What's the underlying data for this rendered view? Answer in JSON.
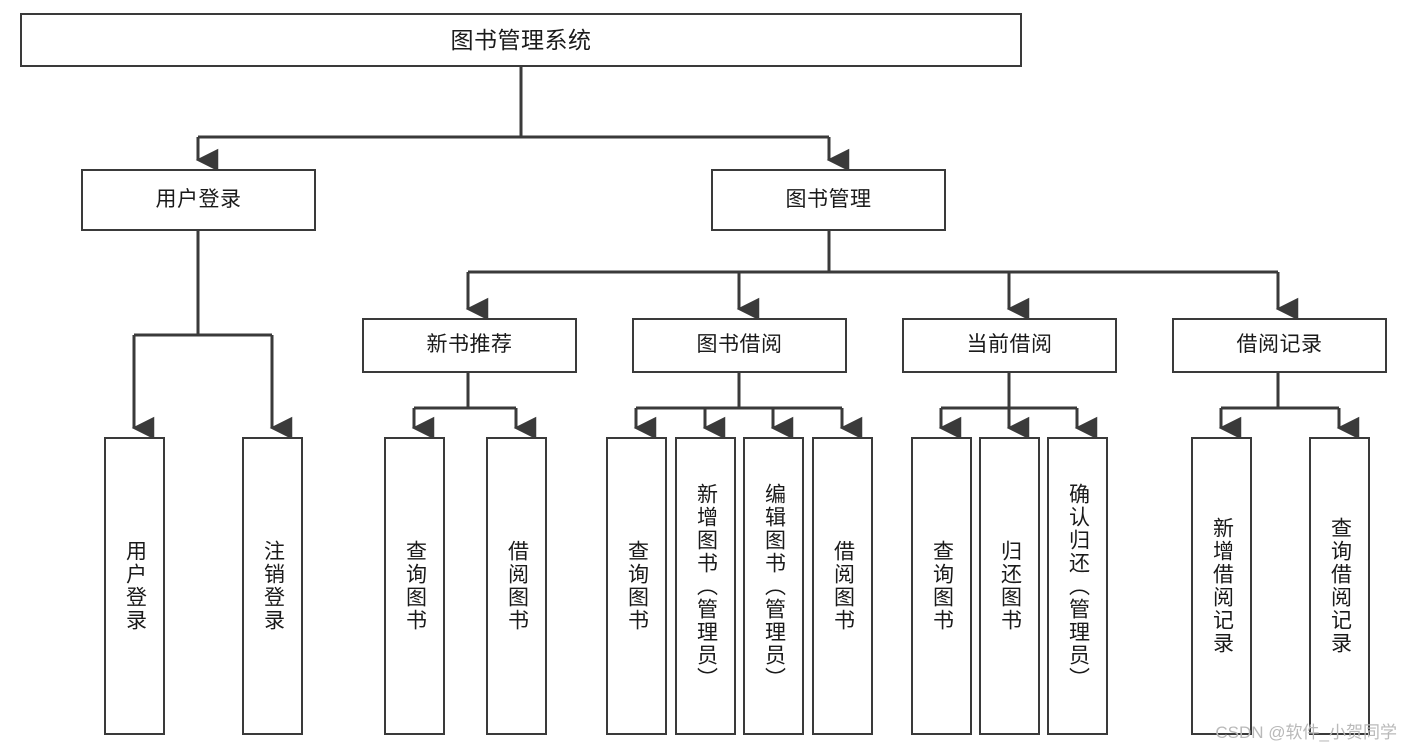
{
  "diagram": {
    "type": "tree",
    "title": "图书管理系统",
    "watermark": "CSDN @软件_小贺同学",
    "nodes": {
      "root": {
        "label": "图书管理系统"
      },
      "level2": [
        {
          "id": "user-login",
          "label": "用户登录"
        },
        {
          "id": "book-management",
          "label": "图书管理"
        }
      ],
      "level3": [
        {
          "id": "new-book-recommend",
          "label": "新书推荐"
        },
        {
          "id": "book-borrow",
          "label": "图书借阅"
        },
        {
          "id": "current-borrow",
          "label": "当前借阅"
        },
        {
          "id": "borrow-record",
          "label": "借阅记录"
        }
      ],
      "leaves": [
        {
          "id": "leaf-user-login",
          "label": "用户登录",
          "parent": "user-login"
        },
        {
          "id": "leaf-logout-login",
          "label": "注销登录",
          "parent": "user-login"
        },
        {
          "id": "leaf-query-book-1",
          "label": "查询图书",
          "parent": "new-book-recommend"
        },
        {
          "id": "leaf-borrow-book-1",
          "label": "借阅图书",
          "parent": "new-book-recommend"
        },
        {
          "id": "leaf-query-book-2",
          "label": "查询图书",
          "parent": "book-borrow"
        },
        {
          "id": "leaf-add-book",
          "label": "新增图书（管理员）",
          "parent": "book-borrow"
        },
        {
          "id": "leaf-edit-book",
          "label": "编辑图书（管理员）",
          "parent": "book-borrow"
        },
        {
          "id": "leaf-borrow-book-2",
          "label": "借阅图书",
          "parent": "book-borrow"
        },
        {
          "id": "leaf-query-book-3",
          "label": "查询图书",
          "parent": "current-borrow"
        },
        {
          "id": "leaf-return-book",
          "label": "归还图书",
          "parent": "current-borrow"
        },
        {
          "id": "leaf-confirm-return",
          "label": "确认归还（管理员）",
          "parent": "current-borrow"
        },
        {
          "id": "leaf-add-record",
          "label": "新增借阅记录",
          "parent": "borrow-record"
        },
        {
          "id": "leaf-query-record",
          "label": "查询借阅记录",
          "parent": "borrow-record"
        }
      ]
    },
    "colors": {
      "stroke": "#3a3a3a",
      "fill": "#ffffff",
      "text": "#1a1a1a",
      "watermark": "#b9b9b9"
    }
  }
}
